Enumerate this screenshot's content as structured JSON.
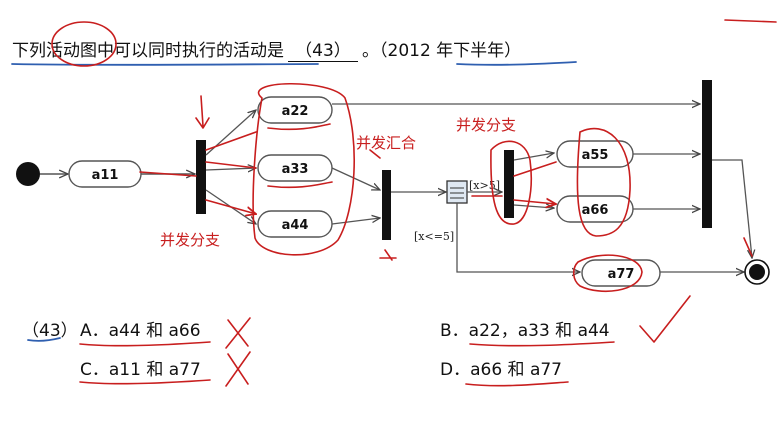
{
  "question": {
    "text": "下列活动图中可以同时执行的活动是",
    "blank": "（43）",
    "period": "。",
    "source": "（2012 年下半年）"
  },
  "diagram": {
    "activities": [
      "a11",
      "a22",
      "a33",
      "a44",
      "a55",
      "a66",
      "a77"
    ],
    "guard_true": "[x>5]",
    "guard_false": "[x<=5]"
  },
  "options": {
    "number": "（43）",
    "A": "A．a44 和 a66",
    "B": "B．a22，a33 和 a44",
    "C": "C．a11 和 a77",
    "D": "D．a66 和 a77"
  },
  "annotations": {
    "fork_left": "并发分支",
    "fork_mid": "并发汇合",
    "fork_right": "并发分支"
  },
  "colors": {
    "ink_red": "#c81e1e",
    "ink_blue": "#2f5fb0"
  }
}
